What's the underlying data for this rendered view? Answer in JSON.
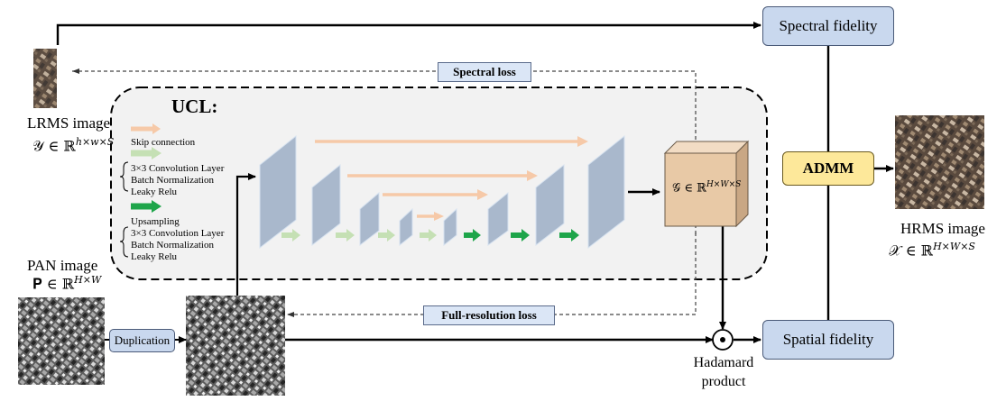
{
  "labels": {
    "lrms_name": "LRMS image",
    "lrms_math": "𝒴 ∈ ℝ",
    "lrms_sup": "h×w×S",
    "pan_name": "PAN image",
    "pan_math": "𝐏 ∈ ℝ",
    "pan_sup": "H×W",
    "hrms_name": "HRMS image",
    "hrms_math": "𝒳 ∈ ℝ",
    "hrms_sup": "H×W×S",
    "g_math": "𝒢 ∈ ℝ",
    "g_sup": "H×W×S",
    "ucl": "UCL:",
    "hadamard_line1": "Hadamard",
    "hadamard_line2": "product"
  },
  "boxes": {
    "spectral_fidelity": "Spectral fidelity",
    "spatial_fidelity": "Spatial fidelity",
    "admm": "ADMM",
    "duplication": "Duplication"
  },
  "losses": {
    "spectral": "Spectral loss",
    "full_resolution": "Full-resolution loss"
  },
  "legend": {
    "skip": "Skip connection",
    "conv_1": "3×3 Convolution Layer",
    "conv_2": "Batch Normalization",
    "conv_3": "Leaky Relu",
    "up_0": "Upsampling",
    "up_1": "3×3 Convolution Layer",
    "up_2": "Batch Normalization",
    "up_3": "Leaky Relu"
  },
  "colors": {
    "fidelity_box": "#c9d8ee",
    "admm_box": "#fde89a",
    "ucl_background": "#f2f2f2",
    "feature_map": "#a9b8cc",
    "skip_arrow": "#f6c9a8",
    "conv_arrow": "#c5e0b4",
    "upsampling_arrow": "#1ea54a",
    "g_block": "#e8c9a6"
  }
}
